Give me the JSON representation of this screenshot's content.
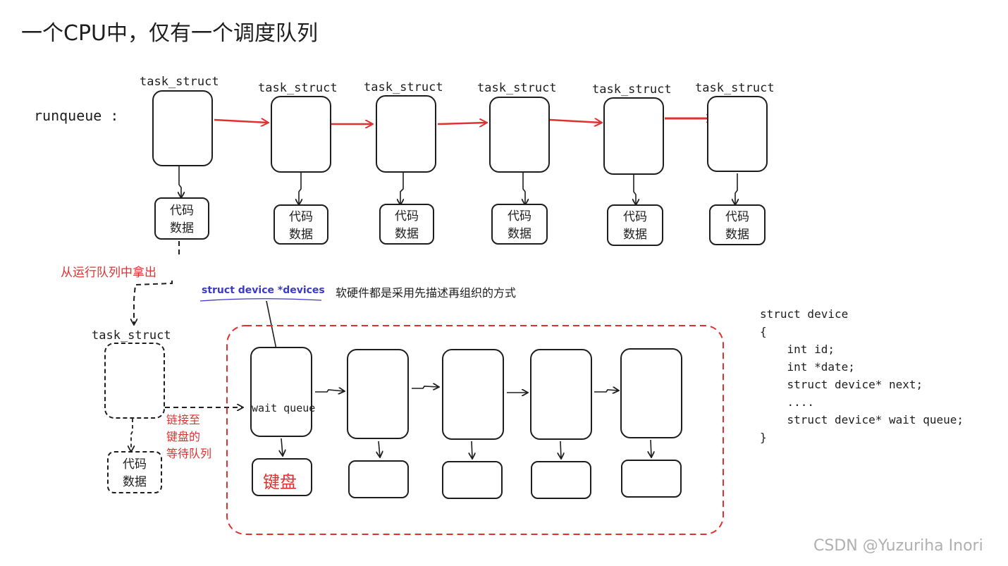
{
  "title": "一个CPU中，仅有一个调度队列",
  "runqueue_label": "runqueue :",
  "task_struct_label": "task_struct",
  "code_data_label_line1": "代码",
  "code_data_label_line2": "数据",
  "take_out_label": "从运行队列中拿出",
  "devices_pointer_label": "struct device *devices",
  "describe_organize_note": "软硬件都是采用先描述再组织的方式",
  "wait_queue_label": "wait queue",
  "link_note_line1": "链接至",
  "link_note_line2": "键盘的",
  "link_note_line3": "等待队列",
  "keyboard_label": "键盘",
  "struct_code": [
    "struct device",
    "{",
    "    int id;",
    "    int *date;",
    "    struct device* next;",
    "    ....",
    "    struct device* wait queue;",
    "}"
  ],
  "watermark": "CSDN @Yuzuriha  Inori",
  "colors": {
    "stroke": "#1e1e1e",
    "accent_red": "#e03131",
    "pointer_blue": "#3b3bc8",
    "watermark": "#b0b0b0"
  }
}
